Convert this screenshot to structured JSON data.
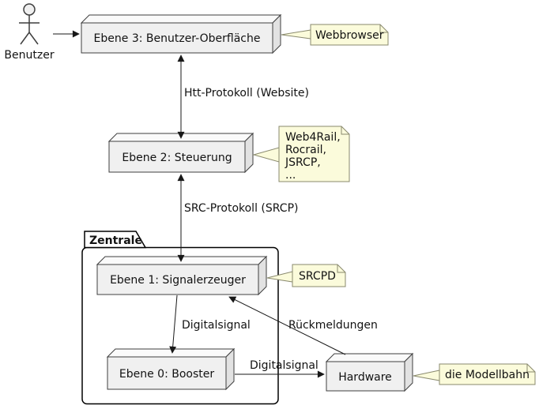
{
  "actor": {
    "label": "Benutzer"
  },
  "nodes": {
    "ebene3": {
      "label": "Ebene 3: Benutzer-Oberfläche"
    },
    "ebene2": {
      "label": "Ebene 2: Steuerung"
    },
    "ebene1": {
      "label": "Ebene 1: Signalerzeuger"
    },
    "ebene0": {
      "label": "Ebene 0: Booster"
    },
    "hardware": {
      "label": "Hardware"
    }
  },
  "frame": {
    "label": "Zentrale"
  },
  "notes": {
    "webbrowser": {
      "text": "Webbrowser"
    },
    "software": {
      "lines": [
        "Web4Rail,",
        "Rocrail,",
        "JSRCP,",
        "..."
      ]
    },
    "srcpd": {
      "text": "SRCPD"
    },
    "modellbahn": {
      "text": "die Modellbahn"
    }
  },
  "edges": {
    "http": {
      "label": "Htt-Protokoll (Website)"
    },
    "srcp": {
      "label": "SRC-Protokoll (SRCP)"
    },
    "digital_down": {
      "label": "Digitalsignal"
    },
    "rueckmeldungen": {
      "label": "Rückmeldungen"
    },
    "digital_right": {
      "label": "Digitalsignal"
    }
  },
  "colors": {
    "note_fill": "#fbfbdb",
    "note_border": "#8a8a6e",
    "box_fill": "#f0f0f0",
    "box_top": "#fafafa",
    "box_side": "#e2e2e2",
    "box_border": "#3f3f3f",
    "line": "#181818"
  }
}
